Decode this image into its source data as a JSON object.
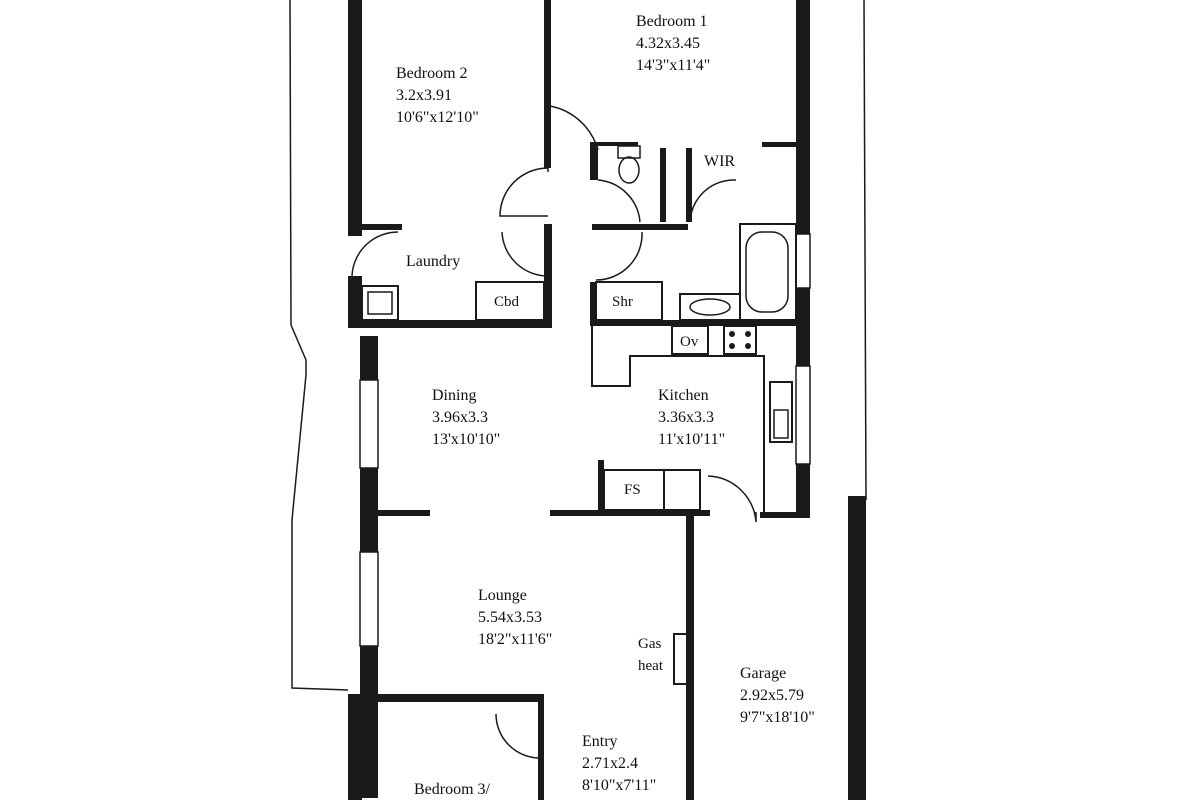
{
  "rooms": {
    "bedroom1": {
      "name": "Bedroom 1",
      "metric": "4.32x3.45",
      "imperial": "14'3\"x11'4\""
    },
    "bedroom2": {
      "name": "Bedroom 2",
      "metric": "3.2x3.91",
      "imperial": "10'6\"x12'10\""
    },
    "wir": {
      "name": "WIR"
    },
    "laundry": {
      "name": "Laundry"
    },
    "dining": {
      "name": "Dining",
      "metric": "3.96x3.3",
      "imperial": "13'x10'10\""
    },
    "kitchen": {
      "name": "Kitchen",
      "metric": "3.36x3.3",
      "imperial": "11'x10'11\""
    },
    "lounge": {
      "name": "Lounge",
      "metric": "5.54x3.53",
      "imperial": "18'2\"x11'6\""
    },
    "garage": {
      "name": "Garage",
      "metric": "2.92x5.79",
      "imperial": "9'7\"x18'10\""
    },
    "entry": {
      "name": "Entry",
      "metric": "2.71x2.4",
      "imperial": "8'10\"x7'11\""
    },
    "bedroom3": {
      "name": "Bedroom 3/"
    }
  },
  "fixtures": {
    "cupboard": "Cbd",
    "shower": "Shr",
    "oven": "Ov",
    "fridge_space": "FS",
    "gas_heat_line1": "Gas",
    "gas_heat_line2": "heat"
  }
}
